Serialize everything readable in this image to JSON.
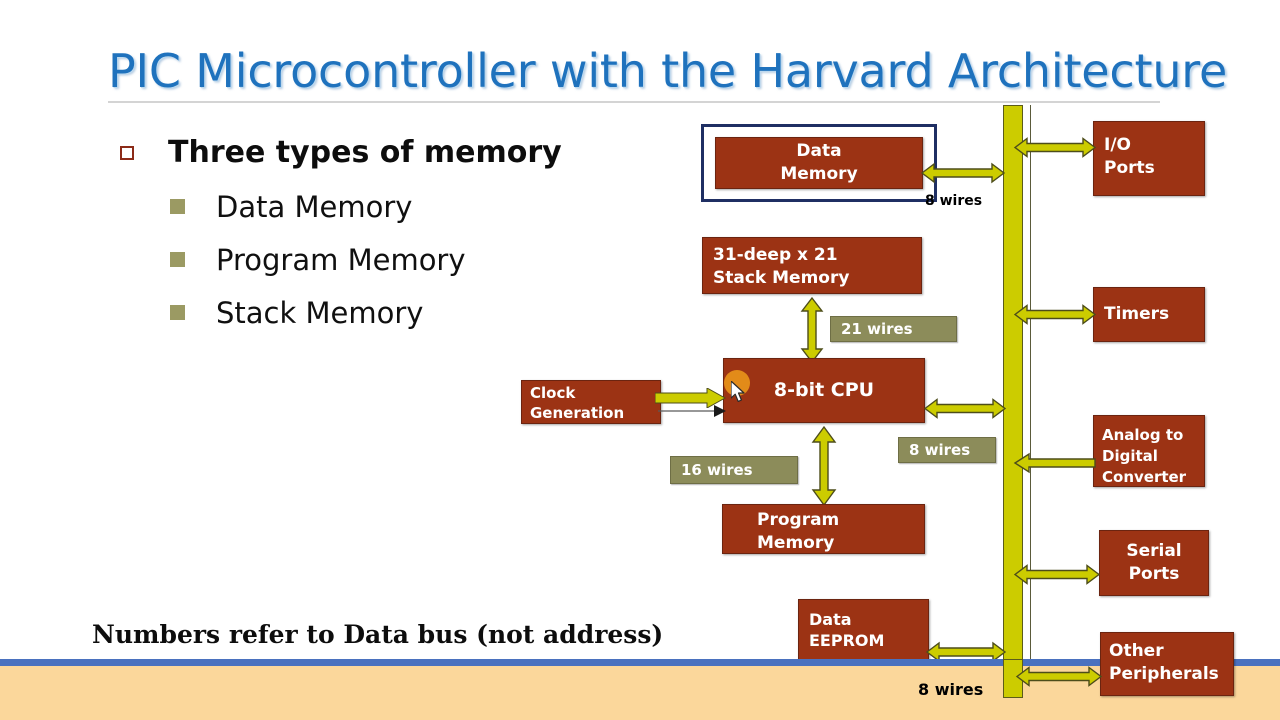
{
  "slide": {
    "title": "PIC Microcontroller with the Harvard Architecture",
    "footnote": "Numbers refer to Data bus (not address)"
  },
  "bullets": {
    "main": "Three types of memory",
    "sub": [
      "Data Memory",
      "Program Memory",
      "Stack Memory"
    ]
  },
  "diagram": {
    "blocks": {
      "data_memory": "Data\nMemory",
      "stack_memory": "31-deep x 21\nStack Memory",
      "cpu": "8-bit CPU",
      "clock_generation": "Clock\nGeneration",
      "program_memory": "Program\nMemory",
      "data_eeprom": "Data\nEEPROM",
      "io_ports": "I/O\nPorts",
      "timers": "Timers",
      "adc": "Analog  to\nDigital\nConverter",
      "serial_ports": "Serial\nPorts",
      "other_peripherals": "Other\nPeripherals"
    },
    "wire_labels": {
      "data_memory_bus": "8 wires",
      "stack_to_cpu": "21 wires",
      "cpu_to_program": "16 wires",
      "cpu_to_bus": "8 wires",
      "eeprom_bus": "8 wires"
    }
  },
  "colors": {
    "block_fill": "#9C3314",
    "bus_fill": "#CCCC00",
    "wire_label_fill": "#8C8C5A",
    "title_text": "#1F72BD",
    "outline_highlight": "#1F2F63",
    "footer_line": "#4A71BF",
    "footer_band": "#FBD79B",
    "sub_bullet_marker": "#9B9A63",
    "main_bullet_marker": "#8C2B18",
    "click_halo": "#E8921A"
  }
}
